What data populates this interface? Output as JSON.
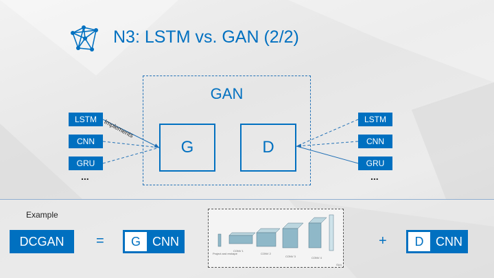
{
  "slide": {
    "title": "N3: LSTM vs. GAN (2/2)",
    "title_color": "#0070c0"
  },
  "diagram": {
    "gan_label": "GAN",
    "generator_label": "G",
    "discriminator_label": "D",
    "edge_label": "Implements",
    "left_inputs": [
      "LSTM",
      "CNN",
      "GRU"
    ],
    "right_inputs": [
      "LSTM",
      "CNN",
      "GRU"
    ],
    "ellipsis": "...",
    "accent_color": "#0070c0"
  },
  "example": {
    "label": "Example",
    "model": "DCGAN",
    "equals": "=",
    "plus": "+",
    "generator": {
      "letter": "G",
      "network": "CNN"
    },
    "discriminator": {
      "letter": "D",
      "network": "CNN"
    },
    "figure_icon": "dcgan-architecture-figure"
  },
  "icons": {
    "logo": "network-graph-icon"
  }
}
